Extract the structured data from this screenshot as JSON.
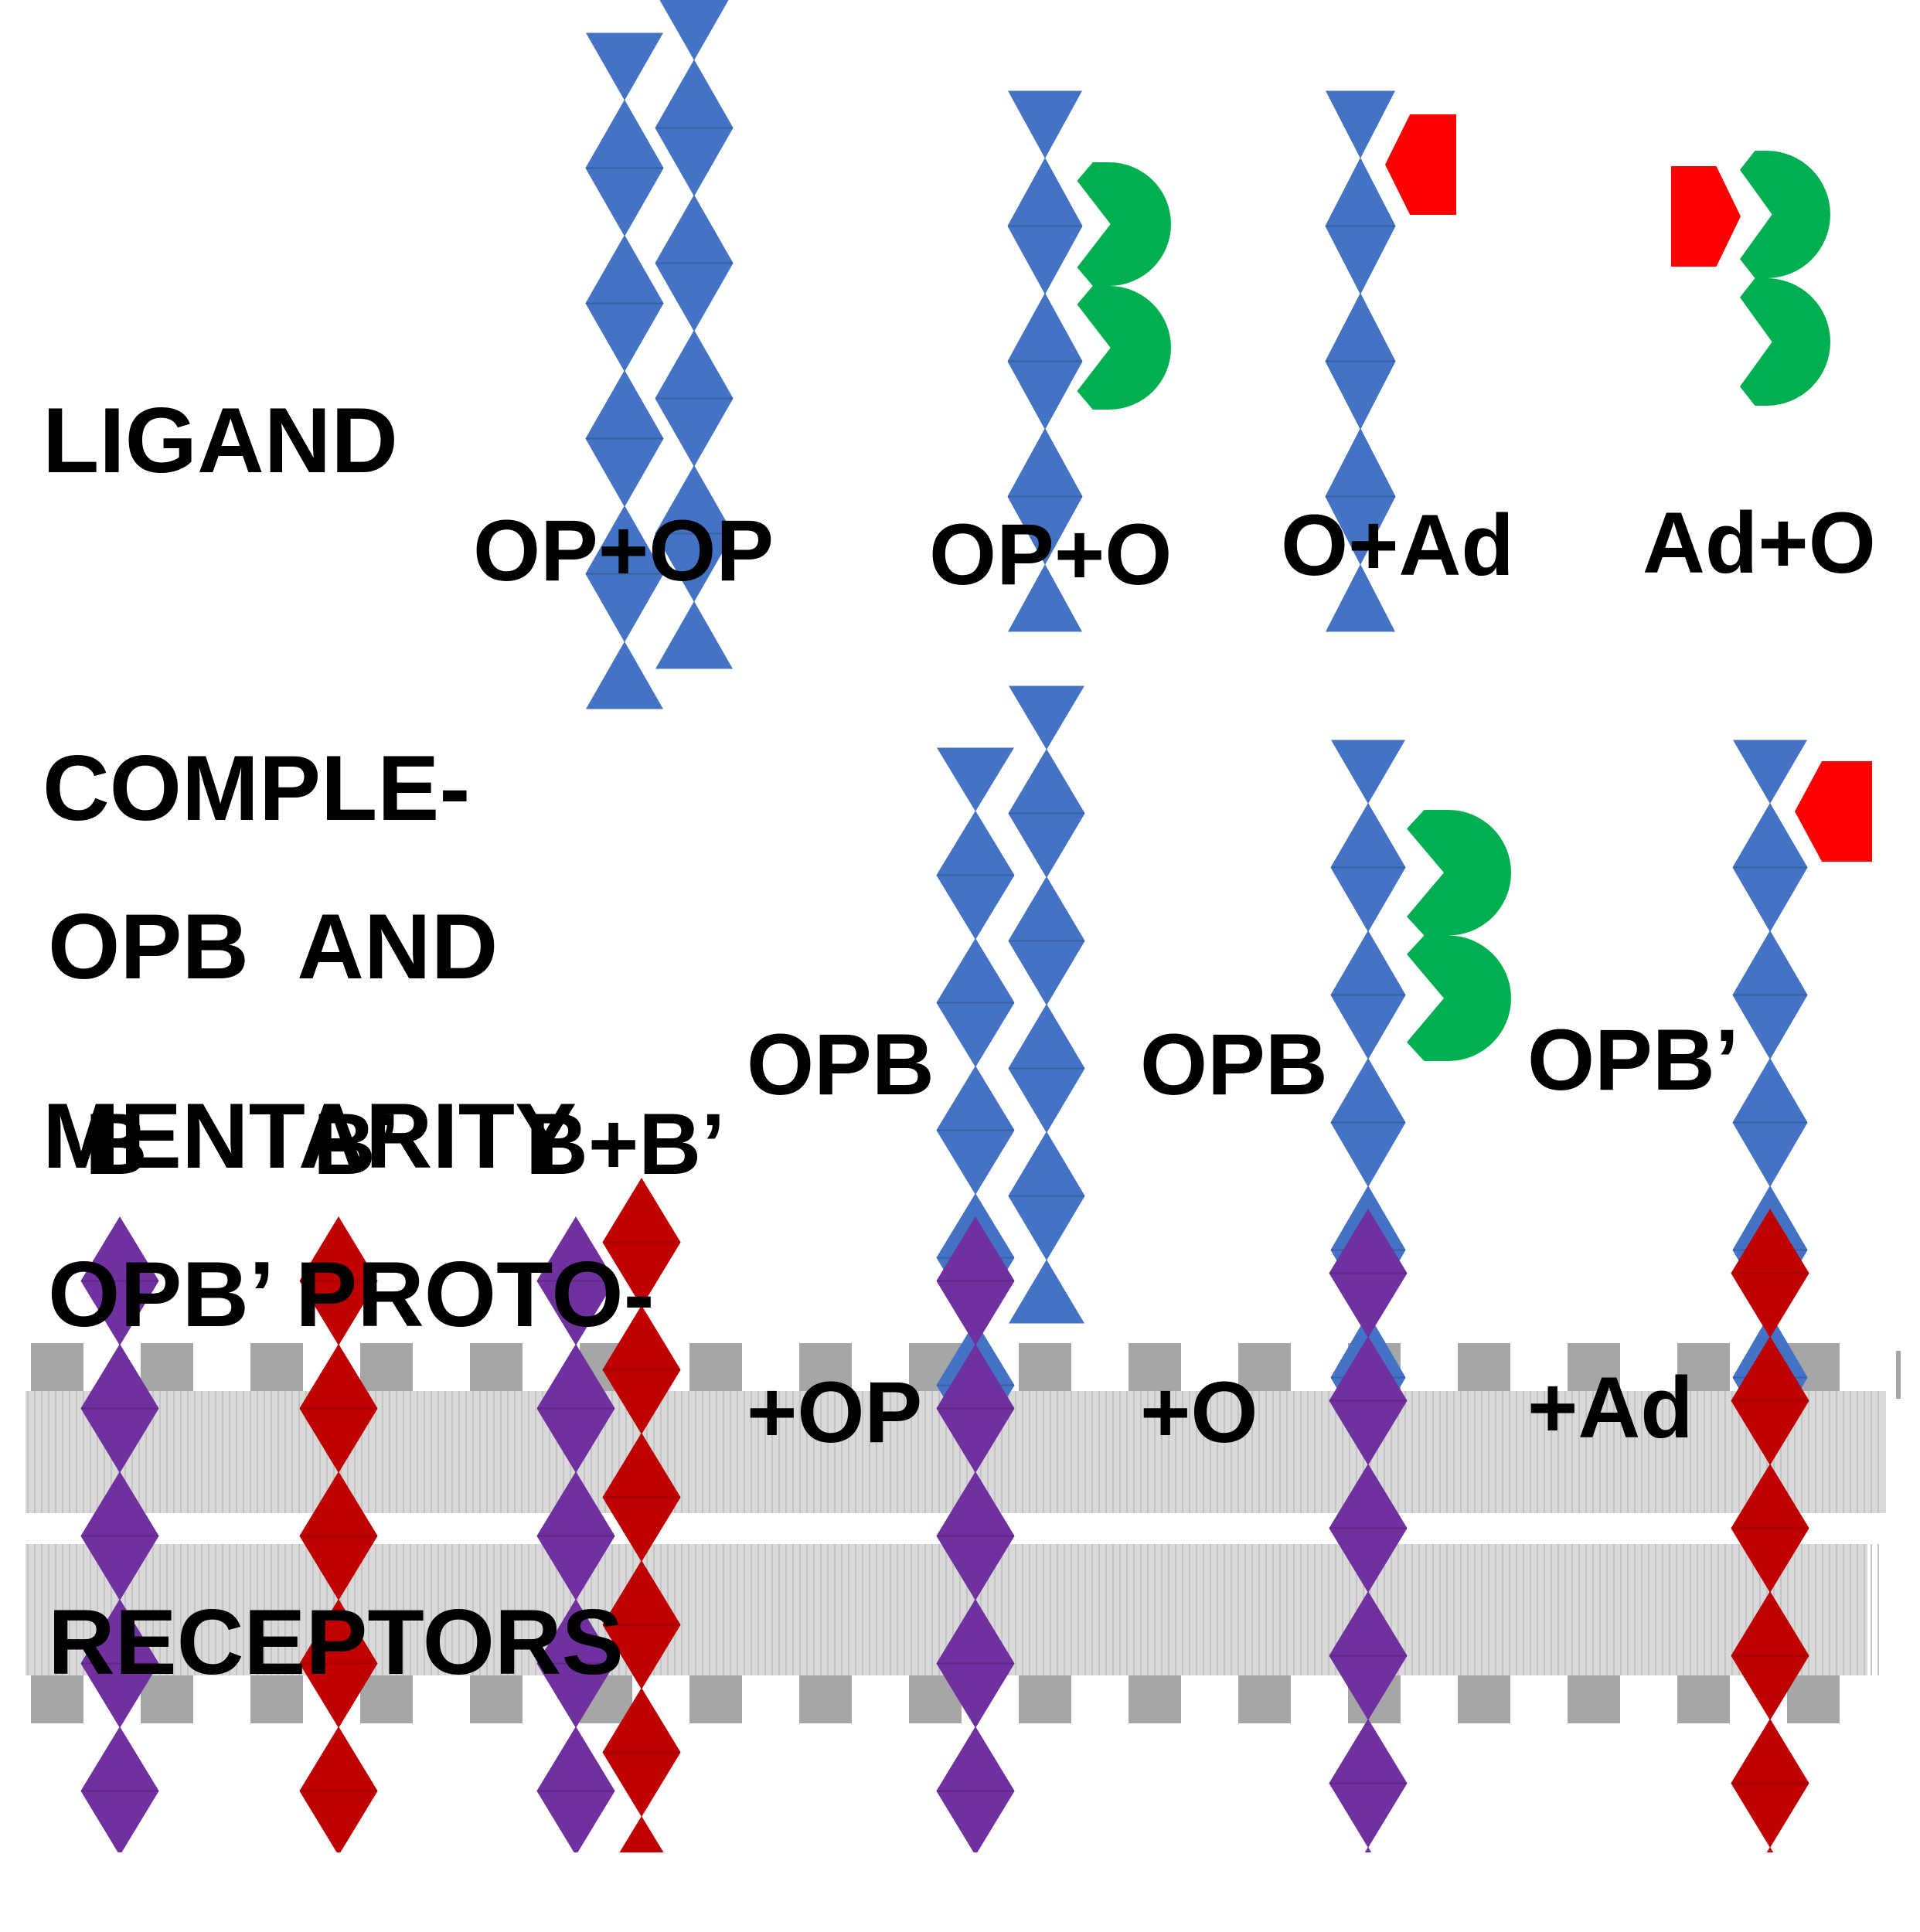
{
  "headings": {
    "ligand": [
      "LIGAND",
      "COMPLE-",
      "MENTARITY"
    ],
    "opb": [
      "OPB  AND",
      "OPB’ PROTO-",
      "RECEPTORS"
    ]
  },
  "ligand_labels": {
    "op_op": "OP+OP",
    "op_o": "OP+O",
    "o_ad": "O+Ad",
    "ad_o": "Ad+O"
  },
  "receptor_labels": {
    "opb_op": [
      "OPB",
      "+OP"
    ],
    "opb_o": [
      "OPB",
      "+O"
    ],
    "opbp_ad": [
      "OPB’",
      "+Ad"
    ]
  },
  "membrane_labels": {
    "b": "B",
    "bp": "B’",
    "b_bp": "B+B’"
  },
  "colors": {
    "op_blue": "#4472c4",
    "o_green": "#00b050",
    "ad_red": "#ff0000",
    "b_purple": "#7030a0",
    "bp_darkred": "#c00000",
    "membrane_gray": "#d9d9d9",
    "head_gray": "#a6a6a6"
  }
}
